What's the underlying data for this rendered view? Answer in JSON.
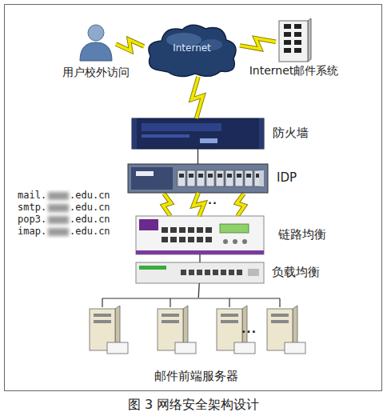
{
  "diagram": {
    "caption": "图 3 网络安全架构设计",
    "nodes": [
      {
        "text": [
          "用户校外访问"
        ]
      },
      {
        "text": [
          "Internet"
        ]
      },
      {
        "text": [
          "Internet邮件系统"
        ]
      },
      {
        "text": [
          "防火墙"
        ]
      },
      {
        "text": [
          "IDP"
        ]
      },
      {
        "text": [
          "链路均衡"
        ]
      },
      {
        "text": [
          "负载均衡"
        ]
      },
      {
        "text": [
          "邮件前端服务器"
        ]
      }
    ],
    "edges": [
      {
        "from": 0,
        "to": 1,
        "arrow": "none"
      },
      {
        "from": 2,
        "to": 1,
        "arrow": "none"
      },
      {
        "from": 1,
        "to": 3,
        "arrow": "none"
      },
      {
        "from": 3,
        "to": 4,
        "arrow": "none"
      },
      {
        "from": 4,
        "to": 5,
        "arrow": "none"
      },
      {
        "from": 5,
        "to": 6,
        "arrow": "none"
      },
      {
        "from": 6,
        "to": 7,
        "arrow": "none"
      }
    ],
    "labels": [
      "mail.    .edu.cn",
      "smtp.    .edu.cn",
      "pop3.    .edu.cn",
      "imap.    .edu.cn",
      "...",
      "..."
    ]
  }
}
